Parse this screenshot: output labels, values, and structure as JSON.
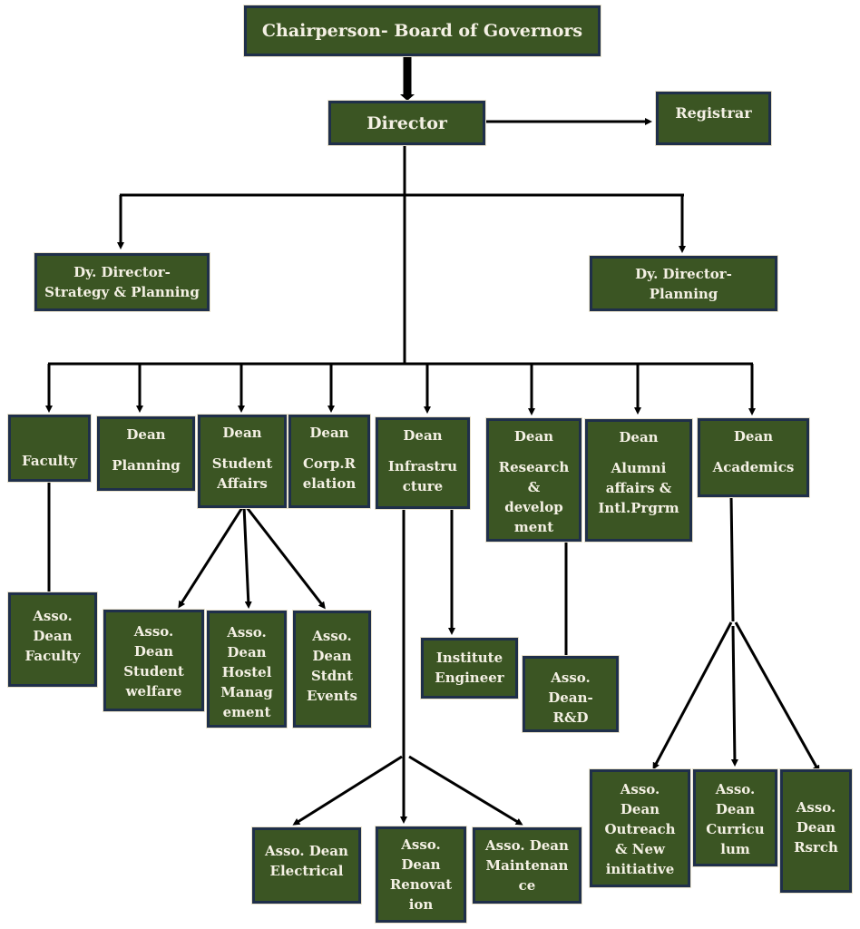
{
  "colors": {
    "box_fill": "#3b5523",
    "box_border": "#1f2f4a",
    "text": "#f4f0e4",
    "line": "#000000"
  },
  "nodes": {
    "chair": [
      "Chairperson- Board of Governors"
    ],
    "director": [
      "Director"
    ],
    "registrar": [
      "Registrar"
    ],
    "dd_strategy": [
      "Dy. Director-",
      "Strategy & Planning"
    ],
    "dd_planning": [
      "Dy. Director-",
      "Planning"
    ],
    "faculty": [
      "Faculty"
    ],
    "dean_planning": [
      "Dean",
      "Planning"
    ],
    "dean_student": [
      "Dean",
      "Student",
      "Affairs"
    ],
    "dean_corp": [
      "Dean",
      "Corp.R",
      "elation"
    ],
    "dean_infra": [
      "Dean",
      "Infrastru",
      "cture"
    ],
    "dean_rd": [
      "Dean",
      "Research",
      "&",
      "develop",
      "ment"
    ],
    "dean_alumni": [
      "Dean",
      "Alumni",
      "affairs &",
      "Intl.Prgrm"
    ],
    "dean_academics": [
      "Dean",
      "Academics"
    ],
    "ad_faculty": [
      "Asso.",
      "Dean",
      "Faculty"
    ],
    "ad_welfare": [
      "Asso.",
      "Dean",
      "Student",
      "welfare"
    ],
    "ad_hostel": [
      "Asso.",
      "Dean",
      "Hostel",
      "Manag",
      "ement"
    ],
    "ad_events": [
      "Asso.",
      "Dean",
      "Stdnt",
      "Events"
    ],
    "inst_engineer": [
      "Institute",
      "Engineer"
    ],
    "ad_rd": [
      "Asso.",
      "Dean-",
      "R&D"
    ],
    "ad_electrical": [
      "Asso. Dean",
      "Electrical"
    ],
    "ad_renovation": [
      "Asso.",
      "Dean",
      "Renovat",
      "ion"
    ],
    "ad_maintenance": [
      "Asso. Dean",
      "Maintenan",
      "ce"
    ],
    "ad_outreach": [
      "Asso.",
      "Dean",
      "Outreach",
      "& New",
      "initiative"
    ],
    "ad_curriculum": [
      "Asso.",
      "Dean",
      "Curricu",
      "lum"
    ],
    "ad_rsrch": [
      "Asso.",
      "Dean",
      "Rsrch"
    ]
  }
}
